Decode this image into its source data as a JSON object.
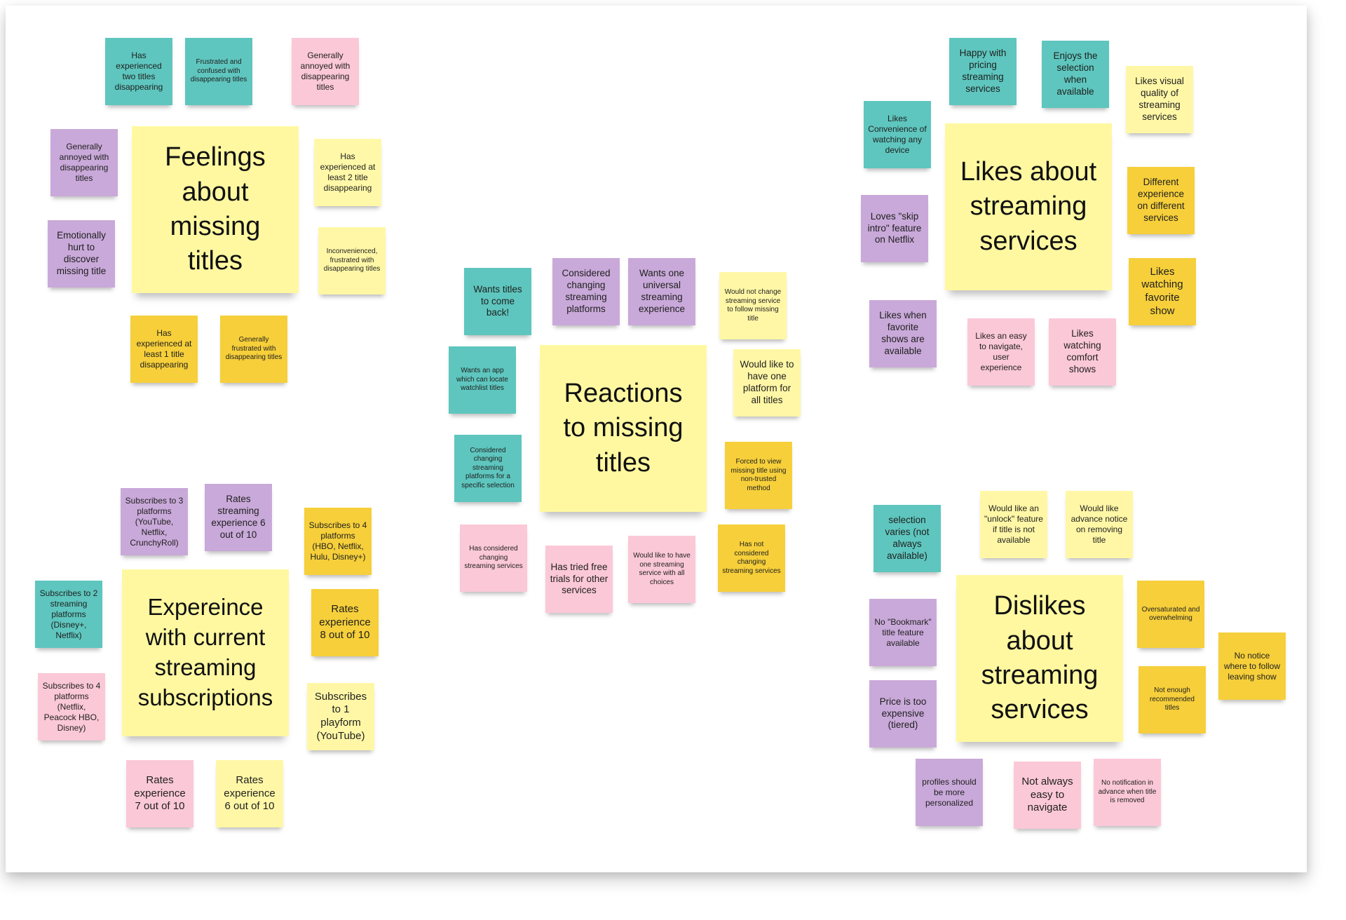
{
  "palette": {
    "teal": "#5ec6be",
    "purple": "#c9a9d9",
    "pink": "#fbc8d8",
    "light_yellow": "#fff8a8",
    "gold": "#f6cf3a",
    "title_yellow": "#fff8a0"
  },
  "feelings": {
    "title": "Feelings about missing titles",
    "notes": [
      "Has experienced two titles disappearing",
      "Frustrated and confused with disappearing titles",
      "Generally annoyed with disappearing titles",
      "Generally annoyed with disappearing titles",
      "Has experienced at least 2 title disappearing",
      "Emotionally hurt to discover missing title",
      "Inconvenienced, frustrated with disappearing titles",
      "Has experienced at least 1 title disappearing",
      "Generally frustrated with disappearing titles"
    ]
  },
  "reactions": {
    "title": "Reactions to missing titles",
    "notes": [
      "Wants titles to come back!",
      "Considered changing streaming platforms",
      "Wants one universal streaming experience",
      "Would not change streaming service to follow missing title",
      "Wants an app which can locate watchlist titles",
      "Would like to have one platform for all titles",
      "Considered changing streaming platforms for a specific selection",
      "Forced to view missing title using non-trusted method",
      "Has considered changing streaming services",
      "Has tried free trials for other services",
      "Would like to have one streaming service with all choices",
      "Has not considered changing streaming services"
    ]
  },
  "likes": {
    "title": "Likes about streaming services",
    "notes": [
      "Happy with pricing streaming services",
      "Enjoys the selection when available",
      "Likes visual quality of streaming services",
      "Likes Convenience of watching any device",
      "Different experience on different services",
      "Loves \"skip intro\" feature on Netflix",
      "Likes watching favorite show",
      "Likes when favorite shows are available",
      "Likes an easy to navigate, user experience",
      "Likes watching comfort shows"
    ]
  },
  "experience": {
    "title": "Expereince with current streaming subscriptions",
    "notes": [
      "Subscribes to 3 platforms (YouTube, Netflix, CrunchyRoll)",
      "Rates streaming experience 6 out of 10",
      "Subscribes to 4 platforms (HBO, Netflix, Hulu, Disney+)",
      "Subscribes to 2 streaming platforms (Disney+, Netflix)",
      "Rates experience 8 out of 10",
      "Subscribes to 4 platforms (Netflix, Peacock HBO, Disney)",
      "Subscribes to 1 playform (YouTube)",
      "Rates experience 7 out of 10",
      "Rates experience 6 out of 10"
    ]
  },
  "dislikes": {
    "title": "Dislikes about streaming services",
    "notes": [
      "selection varies (not always available)",
      "Would like an \"unlock\" feature if title is not available",
      "Would like advance notice on removing title",
      "Oversaturated and overwhelming",
      "No \"Bookmark\" title feature available",
      "No notice where to follow leaving show",
      "Price is too expensive (tiered)",
      "Not enough recommended titles",
      "profiles should be more personalized",
      "Not always easy to navigate",
      "No notification in advance when title is removed"
    ]
  }
}
